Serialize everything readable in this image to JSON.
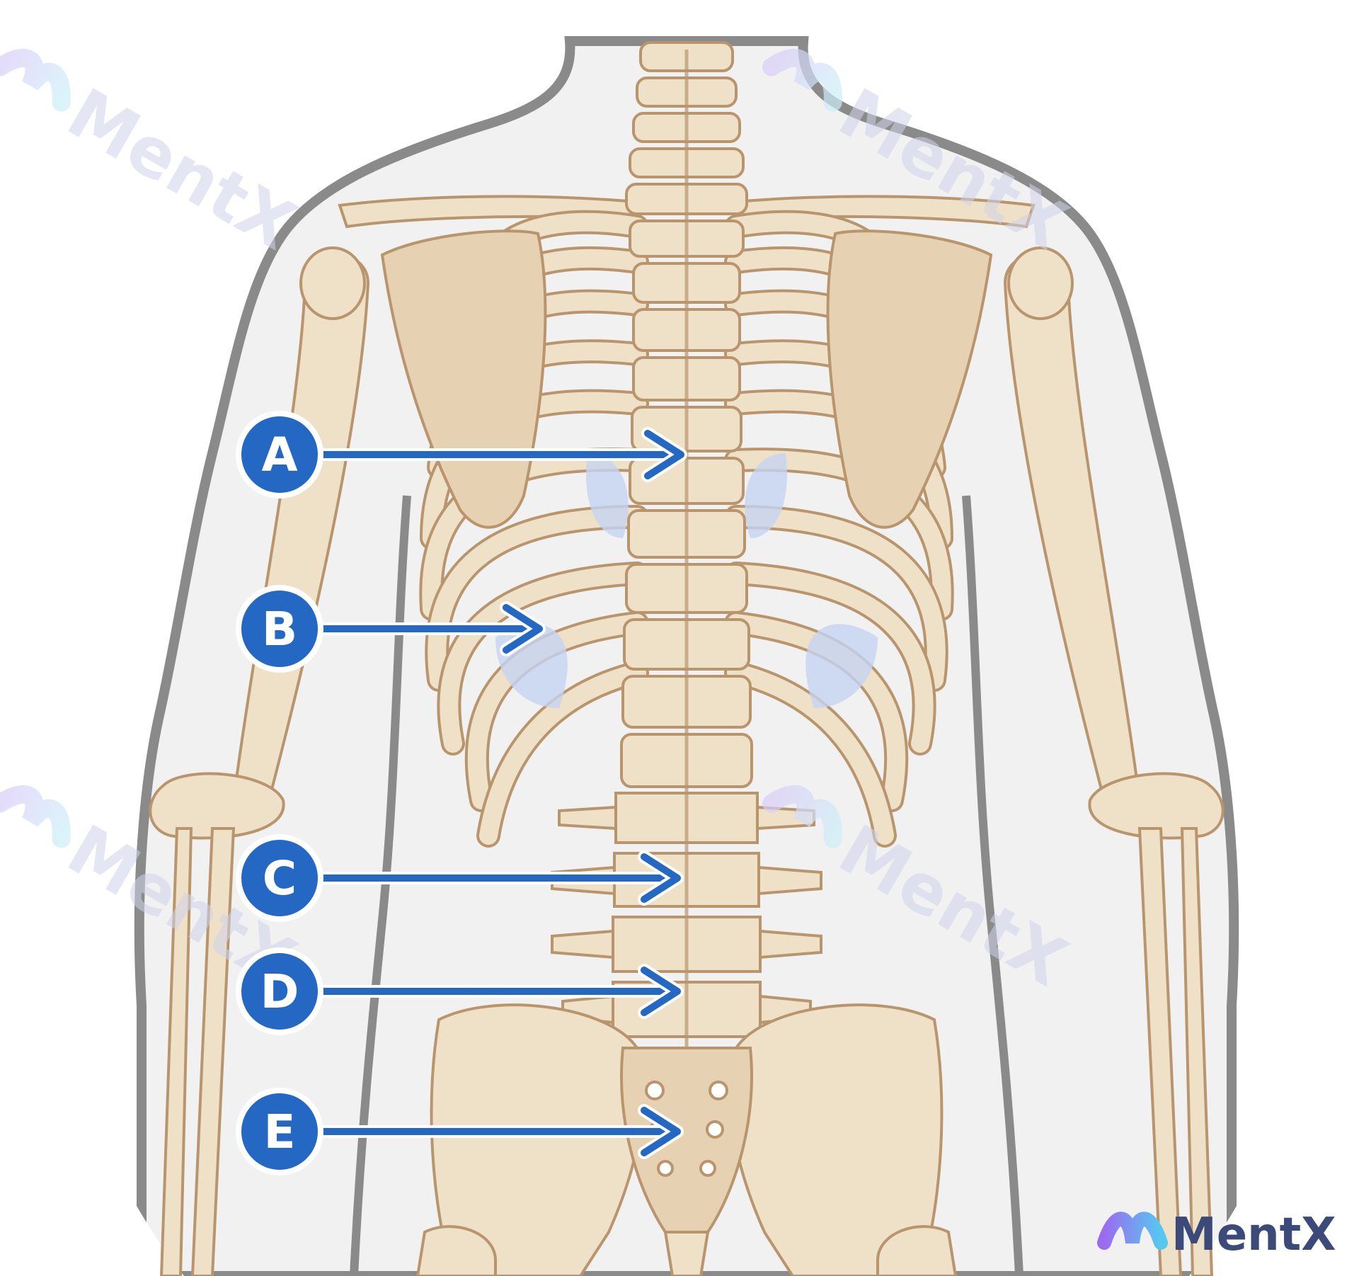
{
  "labels": [
    {
      "id": "A",
      "text": "A"
    },
    {
      "id": "B",
      "text": "B"
    },
    {
      "id": "C",
      "text": "C"
    },
    {
      "id": "D",
      "text": "D"
    },
    {
      "id": "E",
      "text": "E"
    }
  ],
  "logo": {
    "text": "MentX"
  },
  "watermark": {
    "text": "MentX"
  },
  "colors": {
    "label_fill": "#2468c4",
    "arrow": "#2468c4",
    "body_outline": "#8a8a8a",
    "body_fill": "#f1f1f1",
    "bone": "#efe0c8"
  }
}
